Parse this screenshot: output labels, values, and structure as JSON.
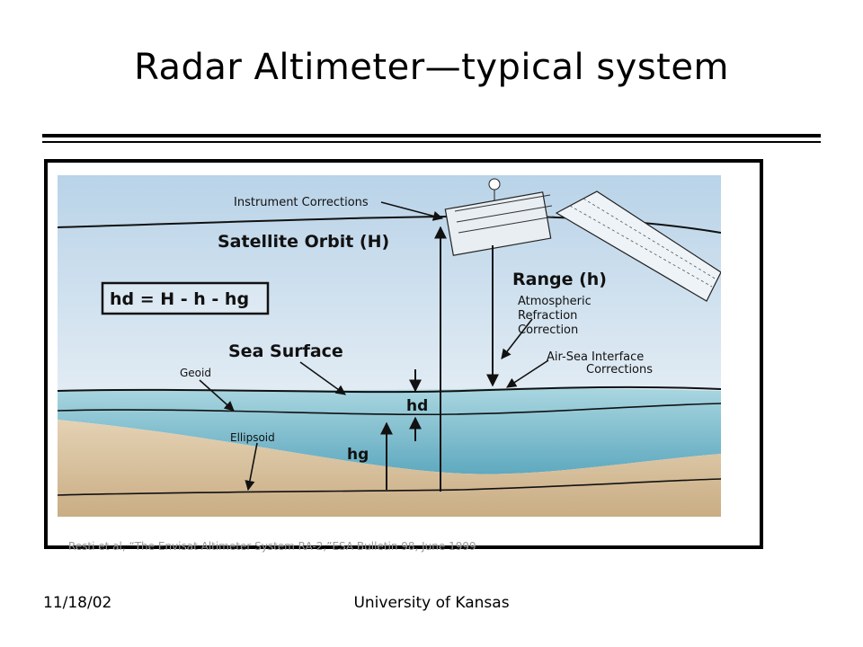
{
  "slide": {
    "title": "Radar Altimeter—typical system",
    "caption": "Resti et al, “The Envisat Altimeter System RA-2,”ESA Bulletin 98, June 1999",
    "footer_date": "11/18/02",
    "footer_org": "University of Kansas"
  },
  "figure": {
    "instrument_corrections": "Instrument Corrections",
    "satellite_orbit": "Satellite Orbit (H)",
    "formula": "hd = H - h - hg",
    "range": "Range (h)",
    "atmospheric_1": "Atmospheric",
    "atmospheric_2": "Refraction",
    "atmospheric_3": "Correction",
    "sea_surface": "Sea Surface",
    "air_sea_1": "Air-Sea Interface",
    "air_sea_2": "Corrections",
    "geoid": "Geoid",
    "ellipsoid": "Ellipsoid",
    "hd_label": "hd",
    "hg_label": "hg"
  },
  "colors": {
    "sky": "#cfe0ee",
    "sea": "#8fc6d4",
    "land": "#d7c09c"
  }
}
